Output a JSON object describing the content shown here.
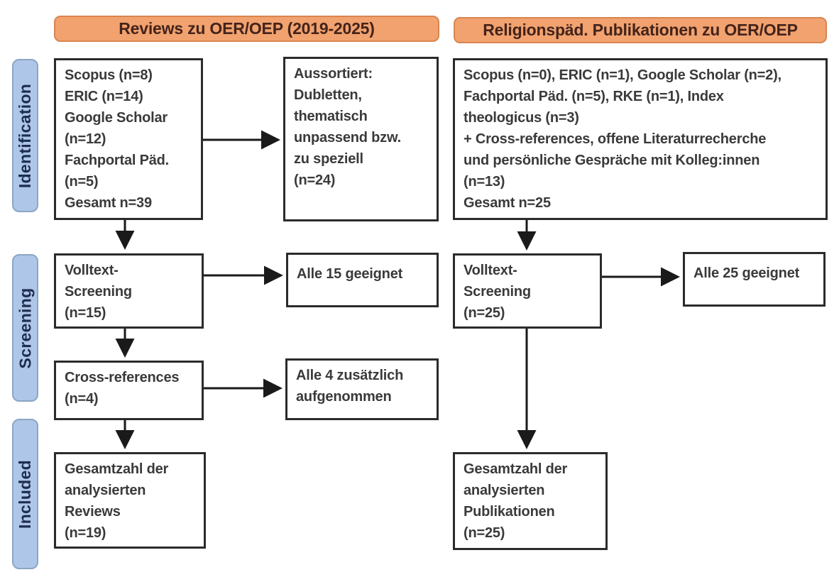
{
  "palette": {
    "orange_fill": "#f1a26f",
    "orange_border": "#d8854f",
    "header_text": "#44231a",
    "blue_fill": "#aec7e8",
    "blue_border": "#8ca5c4",
    "blue_text": "#1e2d4f",
    "box_border": "#2b2b2b",
    "box_text": "#3a3a3a",
    "arrow": "#1a1a1a"
  },
  "headers": {
    "left": "Reviews zu OER/OEP (2019-2025)",
    "right": "Religionspäd. Publikationen zu OER/OEP"
  },
  "stage_labels": {
    "identification": "Identification",
    "screening": "Screening",
    "included": "Included"
  },
  "boxes": {
    "left_sources": "Scopus (n=8)\nERIC (n=14)\nGoogle Scholar\n(n=12)\nFachportal Päd.\n(n=5)\nGesamt n=39",
    "left_excluded": "Aussortiert:\nDubletten,\nthematisch\nunpassend bzw.\nzu speziell\n(n=24)",
    "right_sources": "Scopus (n=0), ERIC (n=1), Google Scholar (n=2),\nFachportal Päd. (n=5), RKE (n=1), Index\ntheologicus (n=3)\n+ Cross-references, offene Literaturrecherche\nund persönliche Gespräche mit Kolleg:innen\n(n=13)\nGesamt n=25",
    "left_fulltext": "Volltext-\nScreening\n(n=15)",
    "left_fulltext_result": "Alle 15 geeignet",
    "left_crossref": "Cross-references\n(n=4)",
    "left_crossref_result": "Alle 4 zusätzlich\naufgenommen",
    "left_included": "Gesamtzahl der\nanalysierten\nReviews\n(n=19)",
    "right_fulltext": "Volltext-\nScreening\n(n=25)",
    "right_fulltext_result": "Alle 25 geeignet",
    "right_included": "Gesamtzahl der\nanalysierten\nPublikationen\n(n=25)"
  }
}
